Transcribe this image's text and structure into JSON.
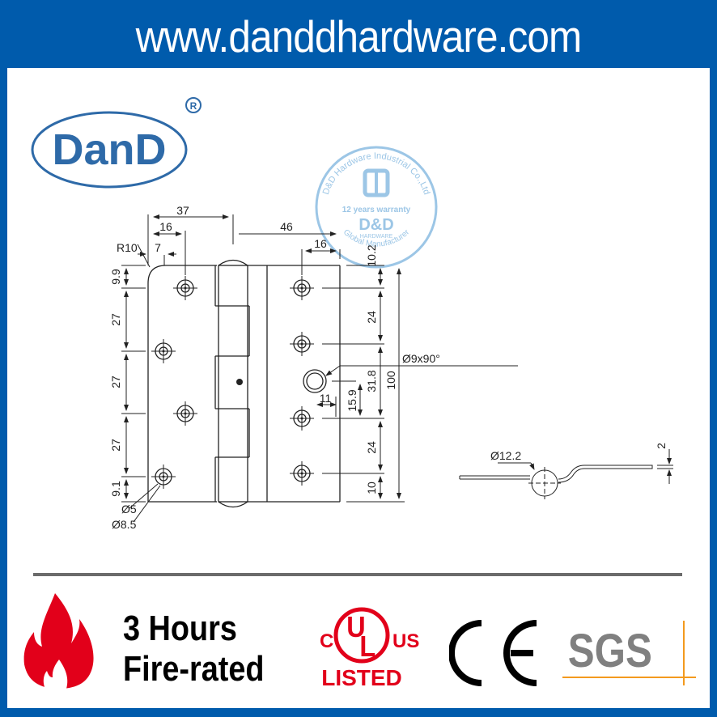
{
  "header": {
    "url": "www.danddhardware.com",
    "bg_color": "#005bac"
  },
  "logo": {
    "brand": "DanD",
    "registered": "®",
    "color": "#2e6aa8"
  },
  "watermark": {
    "ring_text_top": "D&D Hardware Industrial Co.,Ltd",
    "ring_text_bottom": "Global Manufacturer",
    "warranty": "12 years warranty",
    "brand": "D&D",
    "sub": "HARDWARE",
    "color": "#9cc6e6"
  },
  "drawing": {
    "front_view": {
      "top_dims": [
        "37",
        "16",
        "7",
        "46",
        "16"
      ],
      "corner_radius": "R10",
      "left_vertical_dims": [
        "9.9",
        "27",
        "27",
        "27",
        "9.1"
      ],
      "hole_labels": [
        "Ø5",
        "Ø8.5"
      ],
      "right_vertical_dims": [
        "10.2",
        "24",
        "31.8",
        "24",
        "10"
      ],
      "overall_height": "100",
      "countersink": "Ø9x90°",
      "pin_offset_h": "11",
      "pin_offset_v": "15.9"
    },
    "side_view": {
      "knuckle_dia": "Ø12.2",
      "thickness": "2"
    }
  },
  "badges": {
    "fire": {
      "line1": "3 Hours",
      "line2": "Fire-rated",
      "color": "#e2001a"
    },
    "ul": {
      "c": "C",
      "u": "U",
      "l": "L",
      "us": "US",
      "listed": "LISTED",
      "color": "#e2001a"
    },
    "ce": {
      "label": "CE"
    },
    "sgs": {
      "label": "SGS",
      "color": "#808080",
      "line_color": "#f39a1e"
    }
  }
}
